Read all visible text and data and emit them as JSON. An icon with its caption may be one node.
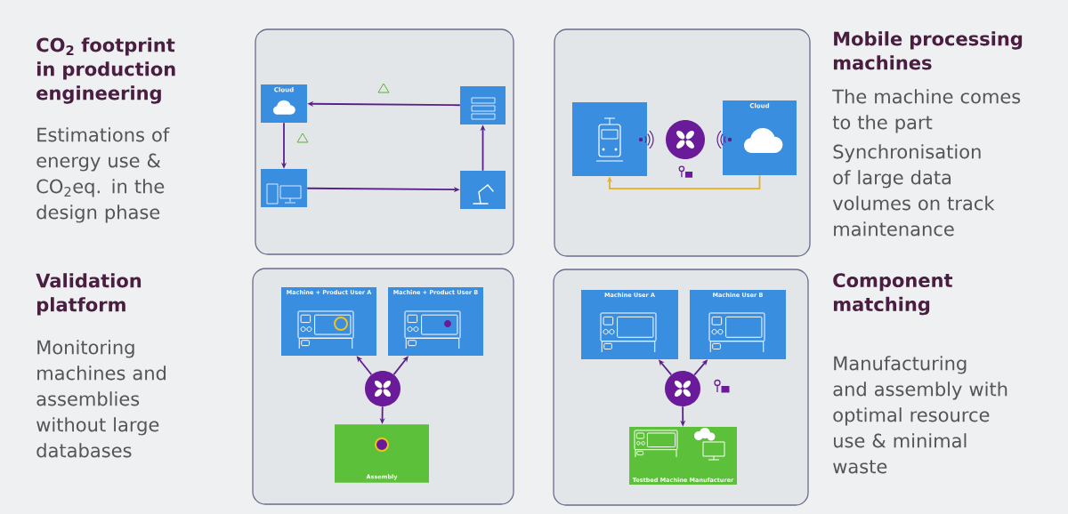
{
  "diagram": {
    "nodes": [
      {
        "text": [],
        "shape": "box",
        "beside": [
          "CO$_{2}$ footprint in production engineering",
          "Estimations of energy use & CO$_{2}$eq. in the design phase"
        ]
      },
      {
        "text": [
          "Cloud"
        ],
        "in": 0
      },
      {
        "text": [],
        "shape": "box",
        "in": 0
      },
      {
        "text": [],
        "shape": "box",
        "in": 0
      },
      {
        "text": [],
        "shape": "box",
        "in": 0
      },
      {
        "text": [],
        "shape": "box",
        "beside": [
          "Mobile processing machines",
          "The machine comes to the part",
          "Synchronisation of large data volumes on track maintenance"
        ]
      },
      {
        "text": [],
        "shape": "box",
        "in": 5
      },
      {
        "text": [],
        "shape": "circle",
        "in": 5
      },
      {
        "text": [
          "Cloud"
        ],
        "in": 5
      },
      {
        "text": [],
        "shape": "box",
        "beside": [
          "Validation platform",
          "Monitoring machines and assemblies without large databases"
        ]
      },
      {
        "text": [
          "Machine + Product User A"
        ],
        "in": 9
      },
      {
        "text": [
          "Machine + Product User B"
        ],
        "in": 9
      },
      {
        "text": [],
        "shape": "circle",
        "in": 9
      },
      {
        "text": [
          "Assembly"
        ],
        "in": 9
      },
      {
        "text": [],
        "shape": "box",
        "beside": [
          "Component matching",
          "Manufacturing and assembly with optimal resource use & minimal waste"
        ]
      },
      {
        "text": [
          "Machine User A"
        ],
        "in": 14
      },
      {
        "text": [
          "Machine User B"
        ],
        "in": 14
      },
      {
        "text": [],
        "shape": "circle",
        "in": 14
      },
      {
        "text": [
          "Testbed Machine Manufacturer"
        ],
        "in": 14
      }
    ],
    "edges": [
      {
        "from": 1,
        "to": 3,
        "arrow": "to"
      },
      {
        "from": 3,
        "to": 4,
        "arrow": "to"
      },
      {
        "from": 4,
        "to": 2,
        "arrow": "to"
      },
      {
        "from": 2,
        "to": 1,
        "arrow": "to"
      },
      {
        "from": 8,
        "to": 6,
        "arrow": "to",
        "color": "#e0b030"
      },
      {
        "from": 12,
        "to": 10,
        "arrow": "to"
      },
      {
        "from": 12,
        "to": 11,
        "arrow": "to"
      },
      {
        "from": 12,
        "to": 13,
        "arrow": "to"
      },
      {
        "from": 17,
        "to": 15,
        "arrow": "to"
      },
      {
        "from": 17,
        "to": 16,
        "arrow": "to"
      },
      {
        "from": 17,
        "to": 18,
        "arrow": "to"
      }
    ]
  }
}
